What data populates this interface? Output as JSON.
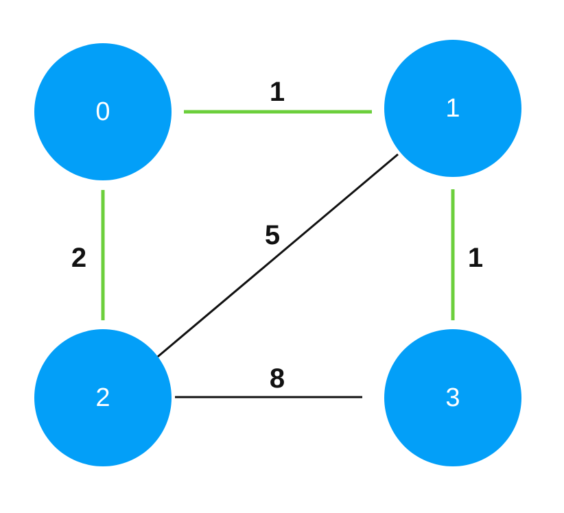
{
  "graph": {
    "colors": {
      "node_fill": "#039ff8",
      "node_text": "#ffffff",
      "selected_edge": "#6ccf3c",
      "other_edge": "#111111",
      "background": "#ffffff"
    },
    "nodes": [
      {
        "id": "node-0",
        "label": "0"
      },
      {
        "id": "node-1",
        "label": "1"
      },
      {
        "id": "node-2",
        "label": "2"
      },
      {
        "id": "node-3",
        "label": "3"
      }
    ],
    "edges": [
      {
        "id": "edge-0-1",
        "from": "0",
        "to": "1",
        "weight": "1",
        "selected": true
      },
      {
        "id": "edge-0-2",
        "from": "0",
        "to": "2",
        "weight": "2",
        "selected": true
      },
      {
        "id": "edge-1-3",
        "from": "1",
        "to": "3",
        "weight": "1",
        "selected": true
      },
      {
        "id": "edge-1-2",
        "from": "1",
        "to": "2",
        "weight": "5",
        "selected": false
      },
      {
        "id": "edge-2-3",
        "from": "2",
        "to": "3",
        "weight": "8",
        "selected": false
      }
    ]
  }
}
